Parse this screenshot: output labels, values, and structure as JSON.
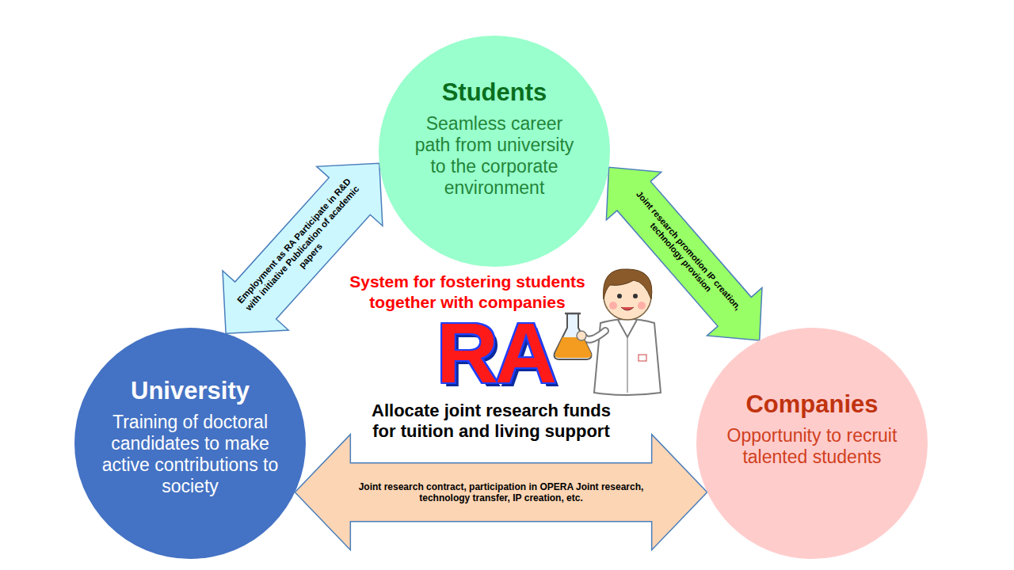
{
  "diagram": {
    "nodes": [
      {
        "text": [
          "Students",
          "Seamless career path from university to the corporate environment"
        ]
      },
      {
        "text": [
          "University",
          "Training of doctoral candidates to make active contributions to society"
        ]
      },
      {
        "text": [
          "Companies",
          "Opportunity to recruit talented students"
        ]
      }
    ],
    "edges": [
      {
        "from": 1,
        "to": 0,
        "arrow": "both",
        "label": "Employment as RA Participate in R&D with initiative Publication of academic papers"
      },
      {
        "from": 0,
        "to": 2,
        "arrow": "both",
        "label": "Joint research promotion IP creation, technology provision"
      },
      {
        "from": 1,
        "to": 2,
        "arrow": "both",
        "label": "Joint research contract, participation in OPERA Joint research, technology transfer, IP creation, etc."
      }
    ],
    "labels": [
      "System for fostering students together with companies",
      "RA",
      "Allocate joint research funds for tuition and living support"
    ]
  }
}
